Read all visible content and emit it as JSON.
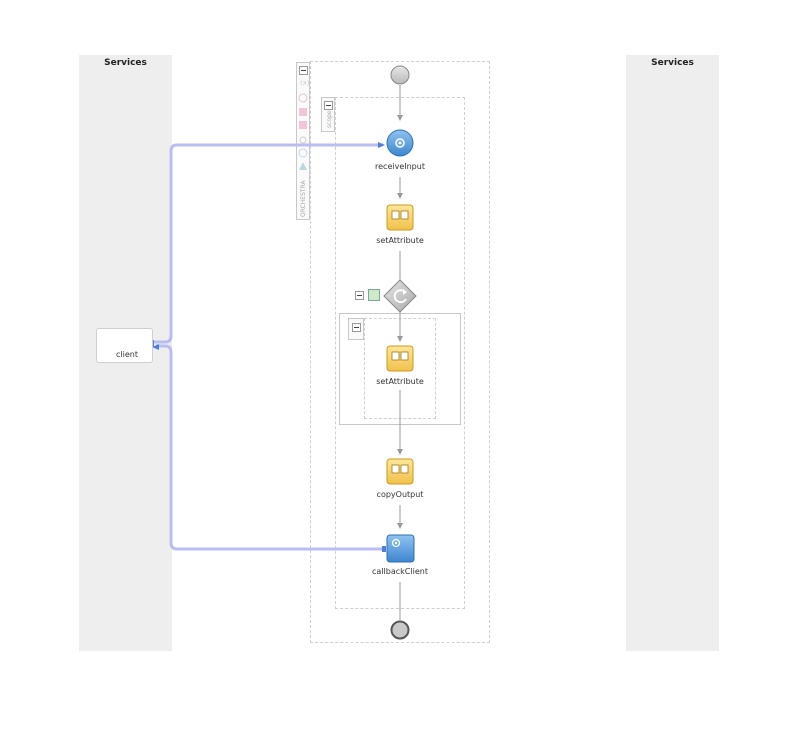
{
  "lanes": {
    "left_title": "Services",
    "right_title": "Services"
  },
  "client": {
    "label": "client",
    "icon": "gear-icon"
  },
  "palette": {
    "label": "ORCHESTRA",
    "icons": [
      "collapse-icon",
      "variable-icon",
      "settings-icon",
      "activity-icon",
      "activity-icon",
      "timer-icon",
      "tree-icon"
    ]
  },
  "scope": {
    "label": "scope"
  },
  "nodes": {
    "receive": {
      "label": "receiveInput",
      "icon": "gear-icon"
    },
    "assign1": {
      "label": "setAttribute",
      "icon": "assign-icon"
    },
    "while": {
      "label": "",
      "icon": "loop-icon"
    },
    "assign2": {
      "label": "setAttribute",
      "icon": "assign-icon"
    },
    "assign3": {
      "label": "copyOutput",
      "icon": "assign-icon"
    },
    "callback": {
      "label": "callbackClient",
      "icon": "gear-icon"
    }
  },
  "colors": {
    "link": "#b9bdf2",
    "lane": "#eeeeee",
    "assign": "#f7d36a",
    "service": "#4f95d4"
  }
}
